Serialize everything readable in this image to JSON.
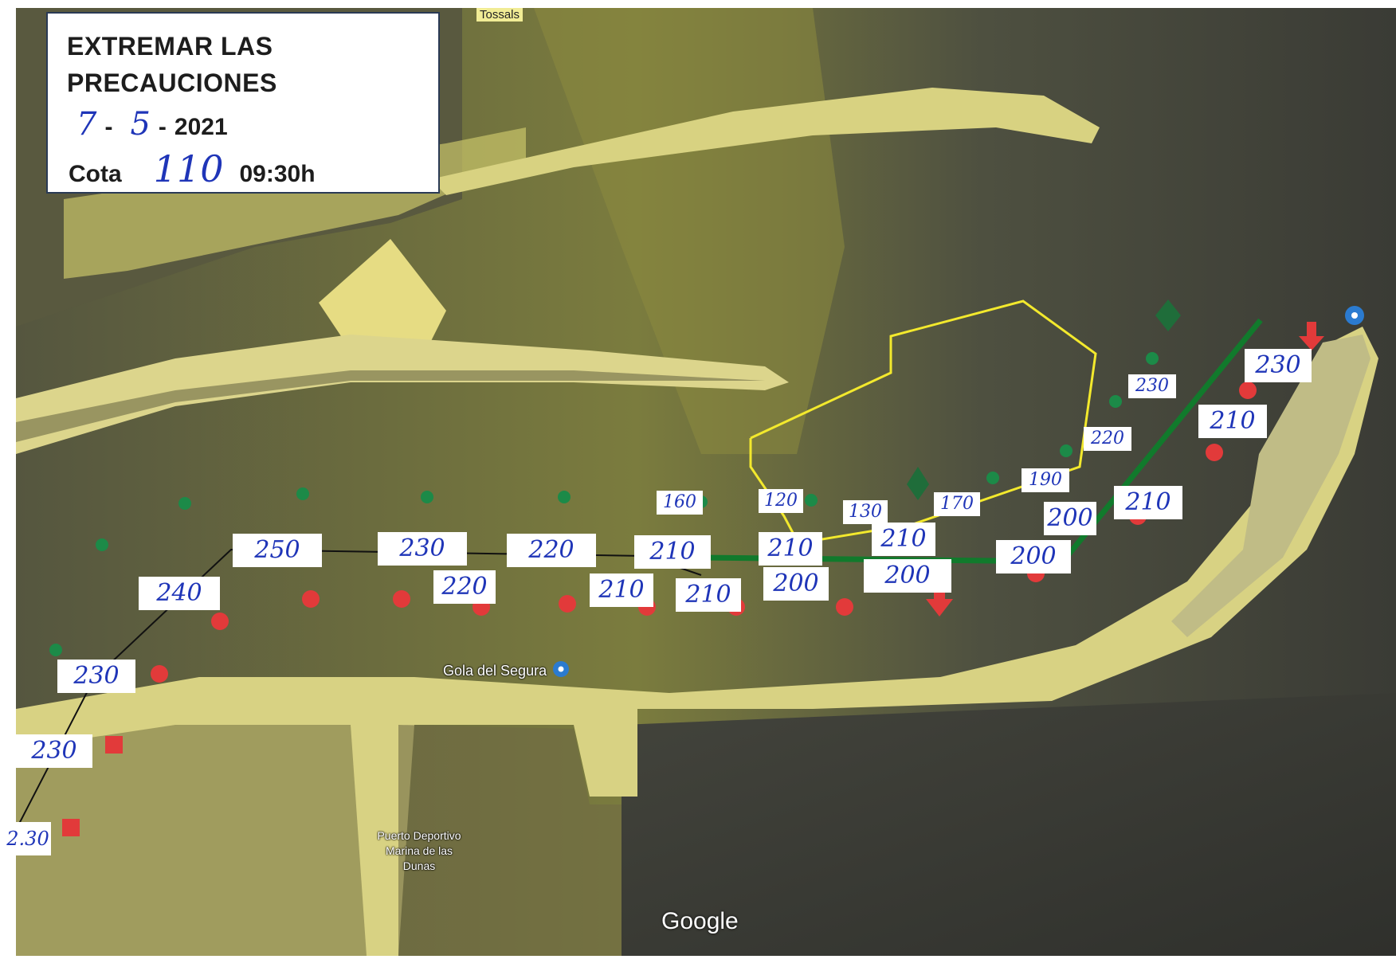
{
  "notice": {
    "line1": "EXTREMAR LAS",
    "line2": "PRECAUCIONES",
    "date_day": "7",
    "date_month": "5",
    "date_year": "2021",
    "cota_label": "Cota",
    "cota_value": "110",
    "time": "09:30h"
  },
  "places": {
    "gola": "Gola del Segura",
    "puerto": "Puerto Deportivo Marina de las Dunas",
    "tossals": "Tossals"
  },
  "google": "Google",
  "depths": {
    "d_250": "250",
    "d_230_top": "230",
    "d_220_top": "220",
    "d_210_top": "210",
    "d_240": "240",
    "d_220_low": "220",
    "d_210_low_a": "210",
    "d_210_low_b": "210",
    "d_230_w1": "230",
    "d_230_w2": "230",
    "d_230_w3": "2.30",
    "d_160": "160",
    "d_120": "120",
    "d_130": "130",
    "d_170": "170",
    "d_190": "190",
    "d_220_ch": "220",
    "d_230_ch": "230",
    "d_210_m": "210",
    "d_210_m2": "210",
    "d_200_a": "200",
    "d_200_b": "200",
    "d_200_c": "200",
    "d_200_d": "200",
    "d_210_e1": "210",
    "d_210_e2": "210",
    "d_230_e": "230"
  },
  "colors": {
    "channel_line": "#117a2c",
    "route_line": "#111111",
    "restricted_area": "#f3e92d",
    "buoy_green": "#1c8a48",
    "buoy_red": "#e23a3a",
    "handwriting": "#1f35b8"
  }
}
